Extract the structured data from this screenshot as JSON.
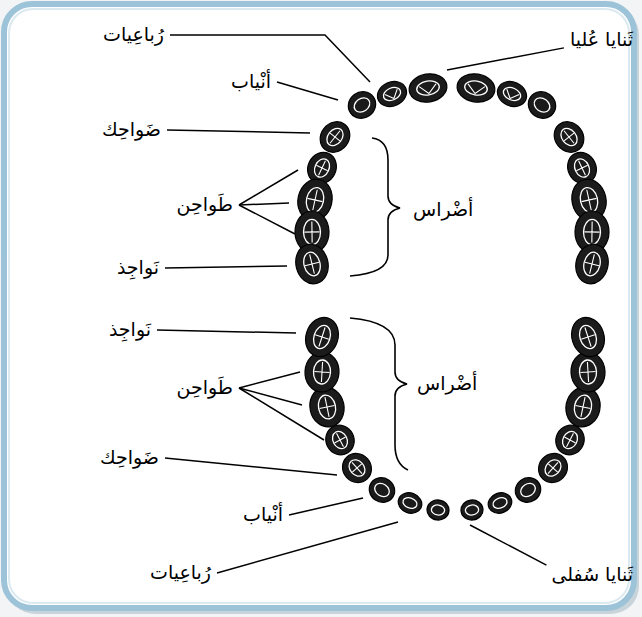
{
  "diagram": {
    "labels": [
      "رُباعِيات",
      "ثَنايا عُليا",
      "أنْياب",
      "ضَواحِك",
      "طَواحِن",
      "أضْراس",
      "نَواجِذ",
      "نَواجِذ",
      "أضْراس",
      "طَواحِن",
      "ضَواحِك",
      "أنْياب",
      "رُباعِيات",
      "ثَنايا سُفلى"
    ]
  }
}
